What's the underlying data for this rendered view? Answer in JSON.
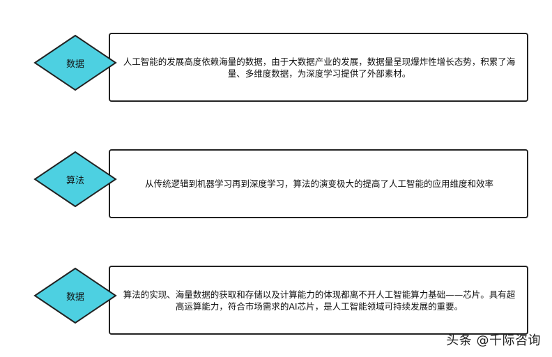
{
  "rows": [
    {
      "label": "数据",
      "text": "人工智能的发展高度依赖海量的数据，由于大数据产业的发展，数据量呈现爆炸性增长态势，积累了海量、多维度数据，为深度学习提供了外部素材。"
    },
    {
      "label": "算法",
      "text": "从传统逻辑到机器学习再到深度学习，算法的演变极大的提高了人工智能的应用维度和效率"
    },
    {
      "label": "数据",
      "text": "算法的实现、海量数据的获取和存储以及计算能力的体现都离不开人工智能算力基础——芯片。具有超高运算能力，符合市场需求的AI芯片，是人工智能领域可持续发展的重要。"
    }
  ],
  "watermark": "头条 @千际咨询",
  "colors": {
    "diamond_fill": "#4dd0e1",
    "stroke": "#222222"
  }
}
